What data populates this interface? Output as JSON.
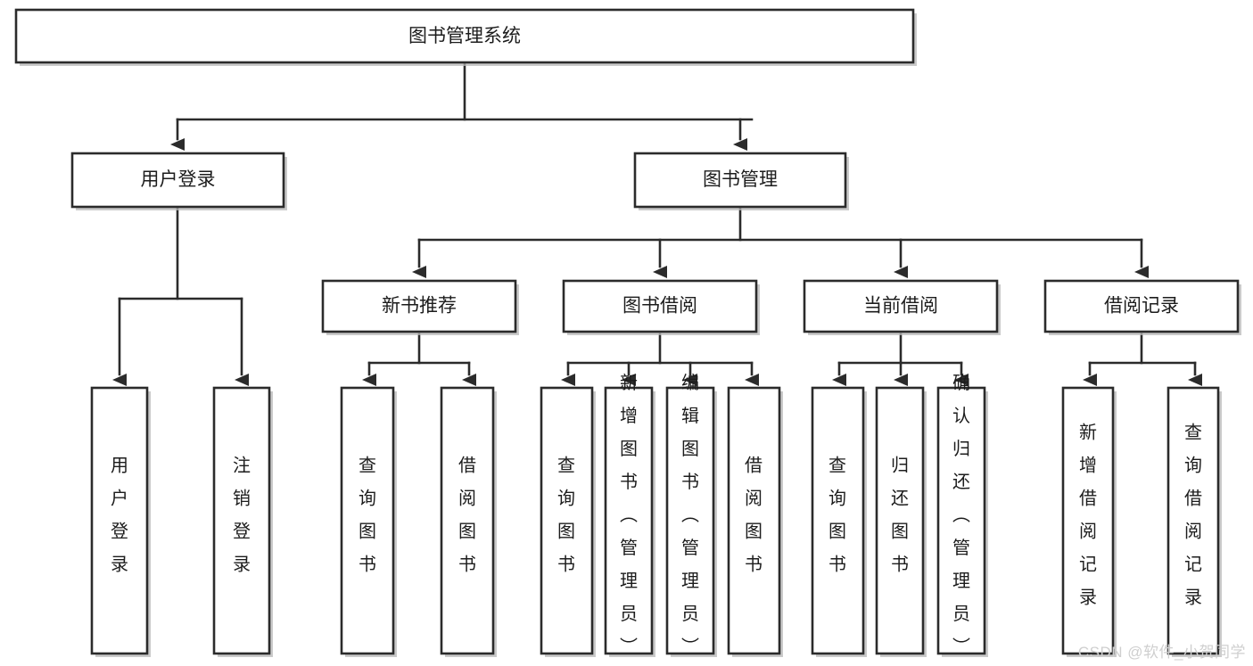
{
  "diagram": {
    "title": "图书管理系统",
    "type": "tree",
    "root": {
      "id": "root",
      "label": "图书管理系统",
      "orientation": "horizontal"
    },
    "level2": [
      {
        "id": "user-login",
        "label": "用户登录",
        "orientation": "horizontal"
      },
      {
        "id": "book-manage",
        "label": "图书管理",
        "orientation": "horizontal"
      }
    ],
    "level3": [
      {
        "id": "new-book-recommend",
        "label": "新书推荐",
        "parent": "book-manage",
        "orientation": "horizontal"
      },
      {
        "id": "book-borrow",
        "label": "图书借阅",
        "parent": "book-manage",
        "orientation": "horizontal"
      },
      {
        "id": "current-borrow",
        "label": "当前借阅",
        "parent": "book-manage",
        "orientation": "horizontal"
      },
      {
        "id": "borrow-record",
        "label": "借阅记录",
        "parent": "book-manage",
        "orientation": "horizontal"
      }
    ],
    "leaves": [
      {
        "id": "leaf-user-login",
        "label": "用户登录",
        "parent": "user-login",
        "orientation": "vertical"
      },
      {
        "id": "leaf-logout",
        "label": "注销登录",
        "parent": "user-login",
        "orientation": "vertical"
      },
      {
        "id": "leaf-query-book-1",
        "label": "查询图书",
        "parent": "new-book-recommend",
        "orientation": "vertical"
      },
      {
        "id": "leaf-borrow-book-1",
        "label": "借阅图书",
        "parent": "new-book-recommend",
        "orientation": "vertical"
      },
      {
        "id": "leaf-query-book-2",
        "label": "查询图书",
        "parent": "book-borrow",
        "orientation": "vertical"
      },
      {
        "id": "leaf-add-book",
        "label": "新增图书（管理员）",
        "parent": "book-borrow",
        "orientation": "vertical"
      },
      {
        "id": "leaf-edit-book",
        "label": "编辑图书（管理员）",
        "parent": "book-borrow",
        "orientation": "vertical"
      },
      {
        "id": "leaf-borrow-book-2",
        "label": "借阅图书",
        "parent": "book-borrow",
        "orientation": "vertical"
      },
      {
        "id": "leaf-query-book-3",
        "label": "查询图书",
        "parent": "current-borrow",
        "orientation": "vertical"
      },
      {
        "id": "leaf-return-book",
        "label": "归还图书",
        "parent": "current-borrow",
        "orientation": "vertical"
      },
      {
        "id": "leaf-confirm-return",
        "label": "确认归还（管理员）",
        "parent": "current-borrow",
        "orientation": "vertical"
      },
      {
        "id": "leaf-add-record",
        "label": "新增借阅记录",
        "parent": "borrow-record",
        "orientation": "vertical"
      },
      {
        "id": "leaf-query-record",
        "label": "查询借阅记录",
        "parent": "borrow-record",
        "orientation": "vertical"
      }
    ],
    "colors": {
      "box_stroke": "#2b2b2b",
      "box_fill": "#ffffff",
      "text": "#1c1c1c",
      "background": "#ffffff",
      "watermark": "#cfcfcf"
    }
  },
  "watermark": {
    "text": "CSDN @软件_小贺同学"
  }
}
